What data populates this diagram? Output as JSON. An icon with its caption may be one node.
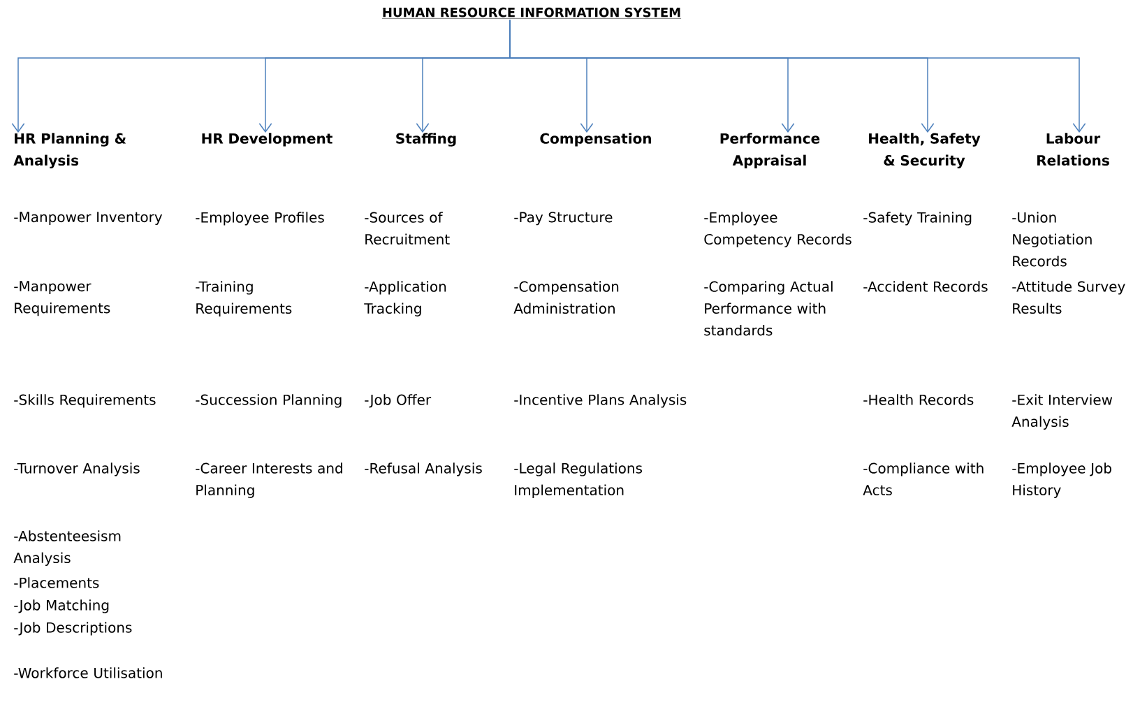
{
  "diagram": {
    "nodes": [
      {
        "text": [
          "HUMAN RESOURCE INFORMATION SYSTEM"
        ]
      },
      {
        "text": [
          "HR Planning & Analysis",
          "-Manpower Inventory",
          "-Manpower Requirements",
          "-Skills Requirements",
          "-Turnover Analysis",
          "-Abstenteesism Analysis",
          "-Placements",
          "-Job Matching",
          "-Job Descriptions",
          "-Workforce Utilisation"
        ]
      },
      {
        "text": [
          "HR Development",
          "-Employee Profiles",
          "-Training Requirements",
          "-Succession Planning",
          "-Career Interests and Planning"
        ]
      },
      {
        "text": [
          "Staffing",
          "-Sources of Recruitment",
          "-Application Tracking",
          "-Job Offer",
          "-Refusal Analysis"
        ]
      },
      {
        "text": [
          "Compensation",
          "-Pay Structure",
          "-Compensation Administration",
          "-Incentive Plans Analysis",
          "-Legal Regulations Implementation"
        ]
      },
      {
        "text": [
          "Performance Appraisal",
          "-Employee Competency Records",
          "-Comparing Actual Performance with standards"
        ]
      },
      {
        "text": [
          "Health, Safety & Security",
          "-Safety Training",
          "-Accident Records",
          "-Health Records",
          "-Compliance with Acts"
        ]
      },
      {
        "text": [
          "Labour Relations",
          "-Union Negotiation Records",
          "-Attitude Survey Results",
          "-Exit Interview Analysis",
          "-Employee Job History"
        ]
      }
    ],
    "edges": [
      {
        "from": 0,
        "to": 1,
        "arrow": "to"
      },
      {
        "from": 0,
        "to": 2,
        "arrow": "to"
      },
      {
        "from": 0,
        "to": 3,
        "arrow": "to"
      },
      {
        "from": 0,
        "to": 4,
        "arrow": "to"
      },
      {
        "from": 0,
        "to": 5,
        "arrow": "to"
      },
      {
        "from": 0,
        "to": 6,
        "arrow": "to"
      },
      {
        "from": 0,
        "to": 7,
        "arrow": "to"
      }
    ]
  }
}
